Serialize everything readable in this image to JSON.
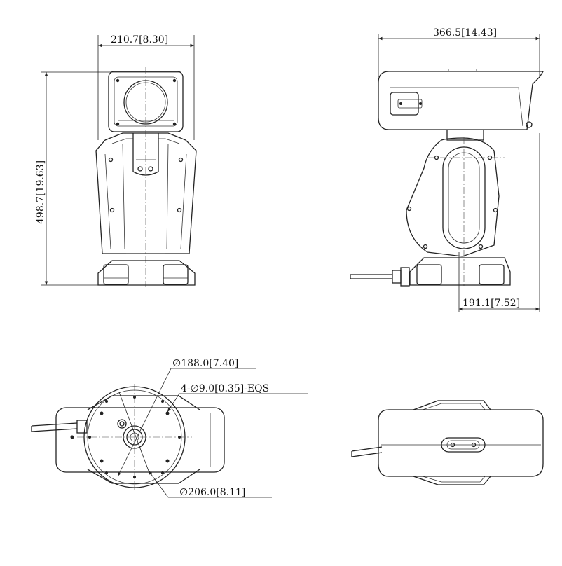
{
  "dimensions": {
    "front_width": "210.7[8.30]",
    "front_height": "498.7[19.63]",
    "side_length": "366.5[14.43]",
    "side_offset": "191.1[7.52]",
    "bottom_inner_diameter": "∅188.0[7.40]",
    "bottom_holes": "4-∅9.0[0.35]-EQS",
    "bottom_outer_diameter": "∅206.0[8.11]"
  },
  "colors": {
    "line": "#222222",
    "background": "#ffffff"
  }
}
